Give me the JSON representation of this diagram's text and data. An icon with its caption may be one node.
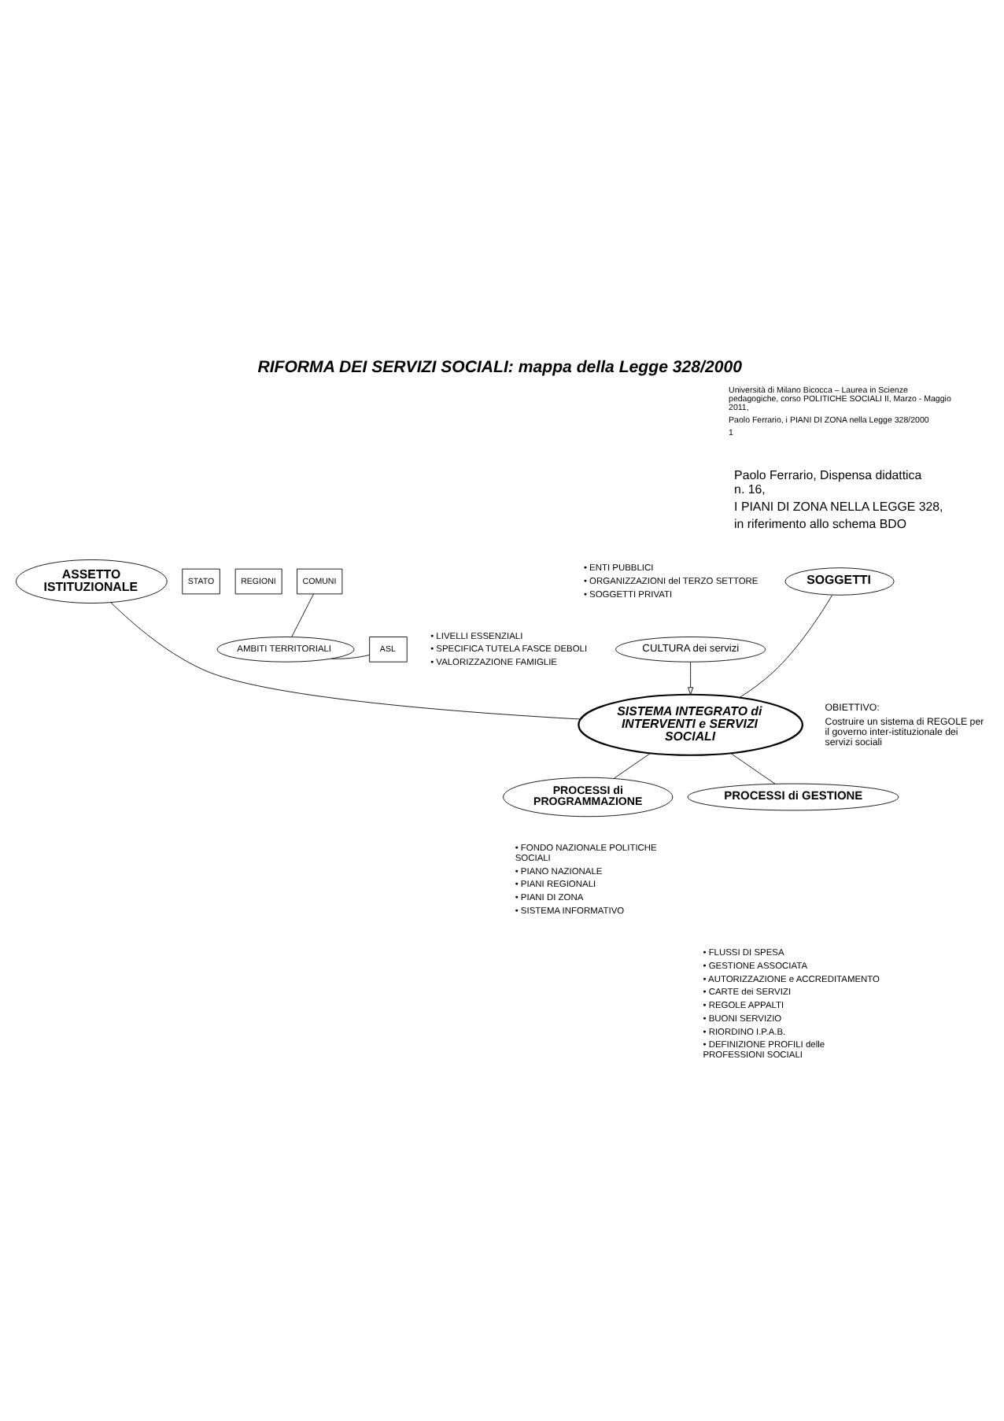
{
  "diagram": {
    "title": "RIFORMA DEI SERVIZI SOCIALI: mappa della Legge 328/2000",
    "nodes": [
      {
        "text": [
          "SOGGETTI"
        ]
      },
      {
        "text": [
          "ASSETTO ISTITUZIONALE"
        ]
      },
      {
        "text": [
          "STATO"
        ]
      },
      {
        "text": [
          "REGIONI"
        ]
      },
      {
        "text": [
          "COMUNI"
        ]
      },
      {
        "text": [
          "CULTURA dei servizi"
        ]
      },
      {
        "text": [
          "AMBITI TERRITORIALI"
        ]
      },
      {
        "text": [
          "ASL"
        ]
      },
      {
        "text": [
          "SISTEMA INTEGRATO di INTERVENTI e SERVIZI SOCIALI"
        ]
      },
      {
        "text": [
          "PROCESSI di PROGRAMMAZIONE"
        ]
      },
      {
        "text": [
          "PROCESSI di GESTIONE"
        ]
      }
    ],
    "edges": [
      {
        "from": 0,
        "to": 8,
        "arrow": "none"
      },
      {
        "from": 1,
        "to": 8,
        "arrow": "none"
      },
      {
        "from": 4,
        "to": 6,
        "arrow": "none"
      },
      {
        "from": 6,
        "to": 7,
        "arrow": "none"
      },
      {
        "from": 5,
        "to": 8,
        "arrow": "to"
      },
      {
        "from": 8,
        "to": 9,
        "arrow": "none"
      },
      {
        "from": 8,
        "to": 10,
        "arrow": "none"
      }
    ],
    "labels": [
      "Università di Milano Bicocca – Laurea in Scienze pedagogiche, corso POLITICHE SOCIALI II, Marzo - Maggio 2011,",
      "Paolo Ferrario, i PIANI DI ZONA nella Legge 328/2000",
      "1",
      "Paolo Ferrario, Dispensa didattica n. 16,",
      "I PIANI DI ZONA NELLA LEGGE 328,",
      "in riferimento allo schema BDO",
      "• ENTI PUBBLICI",
      "• ORGANIZZAZIONI del TERZO SETTORE",
      "• SOGGETTI PRIVATI",
      "• LIVELLI ESSENZIALI",
      "• SPECIFICA TUTELA FASCE DEBOLI",
      "• VALORIZZAZIONE FAMIGLIE",
      "OBIETTIVO:",
      "Costruire un sistema di REGOLE per il governo inter-istituzionale dei servizi sociali",
      "• FONDO NAZIONALE POLITICHE SOCIALI",
      "• PIANO NAZIONALE",
      "• PIANI REGIONALI",
      "• PIANI DI ZONA",
      "• SISTEMA INFORMATIVO",
      "• FLUSSI DI SPESA",
      "• GESTIONE ASSOCIATA",
      "• AUTORIZZAZIONE e ACCREDITAMENTO",
      "• CARTE dei SERVIZI",
      "• REGOLE APPALTI",
      "• BUONI SERVIZIO",
      "• RIORDINO I.P.A.B.",
      "• DEFINIZIONE PROFILI delle PROFESSIONI SOCIALI"
    ]
  }
}
